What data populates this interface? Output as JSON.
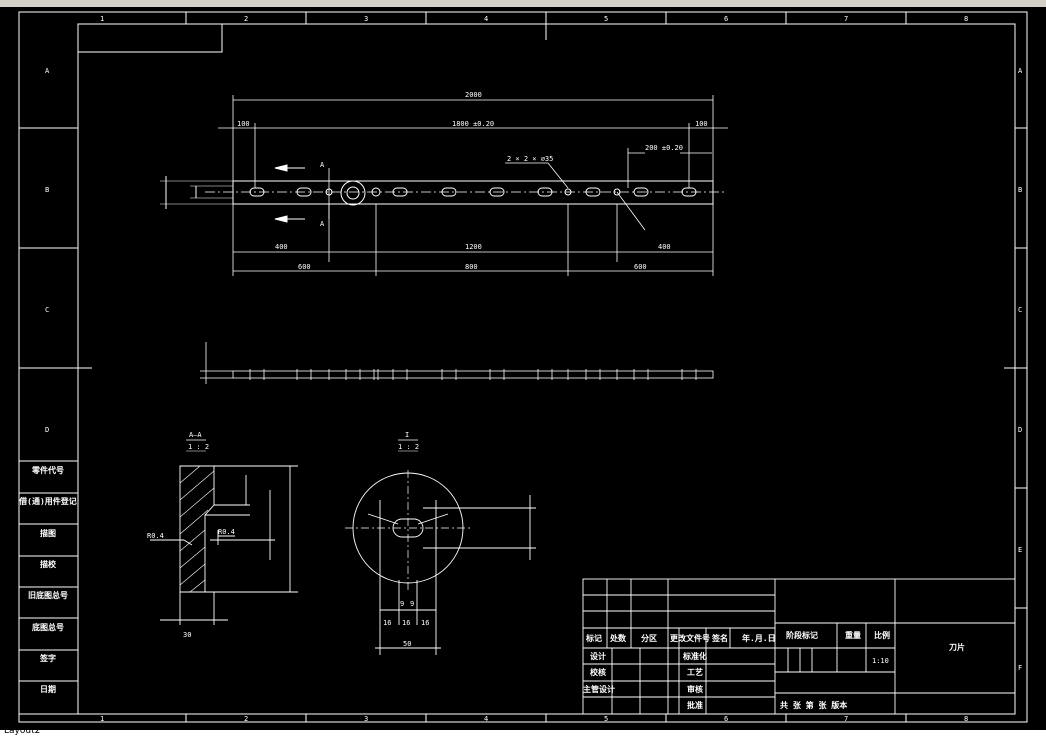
{
  "window": {
    "layout_tab": "Layout2"
  },
  "border": {
    "columns": [
      "1",
      "2",
      "3",
      "4",
      "5",
      "6",
      "7",
      "8"
    ],
    "rows": [
      "A",
      "B",
      "C",
      "D",
      "E",
      "F"
    ],
    "rows_left": [
      "A",
      "B",
      "C",
      "D"
    ]
  },
  "top_view": {
    "dims": {
      "overall": "2000",
      "left_end": "100",
      "middle": "1800 ±0.20",
      "right_end": "100",
      "right_pitch": "200 ±0.20",
      "holes_note": "2 × 2 × ⌀35",
      "lower_400_left": "400",
      "lower_1200": "1200",
      "lower_400_right": "400",
      "bottom_600_left": "600",
      "bottom_800": "800",
      "bottom_600_right": "600",
      "section_mark": "A"
    }
  },
  "section_aa": {
    "title": "A–A",
    "scale": "1 : 2",
    "r_outer": "R0.4",
    "r_inner": "R0.4",
    "bottom_dim": "30"
  },
  "detail_i": {
    "title": "I",
    "scale": "1 : 2",
    "d_bottom": "50",
    "d_16a": "16",
    "d_16b": "16",
    "d_16c": "16",
    "d_9a": "9",
    "d_9b": "9"
  },
  "side_labels": [
    "零件代号",
    "借(通)用件登记",
    "描图",
    "描校",
    "旧底图总号",
    "底图总号",
    "签字",
    "日期"
  ],
  "title_block": {
    "headers": [
      "标记",
      "处数",
      "分区",
      "更改文件号",
      "签名",
      "年.月.日"
    ],
    "row_labels": [
      "设计",
      "校核",
      "主管设计",
      "",
      ""
    ],
    "mid_labels": [
      "标准化",
      "工艺",
      "审核",
      "批准"
    ],
    "stage_label": "阶段标记",
    "weight_label": "重量",
    "scale_label": "比例",
    "scale_value": "1:10",
    "part_name": "刀片",
    "sheets": "共  张  第  张  版本"
  }
}
